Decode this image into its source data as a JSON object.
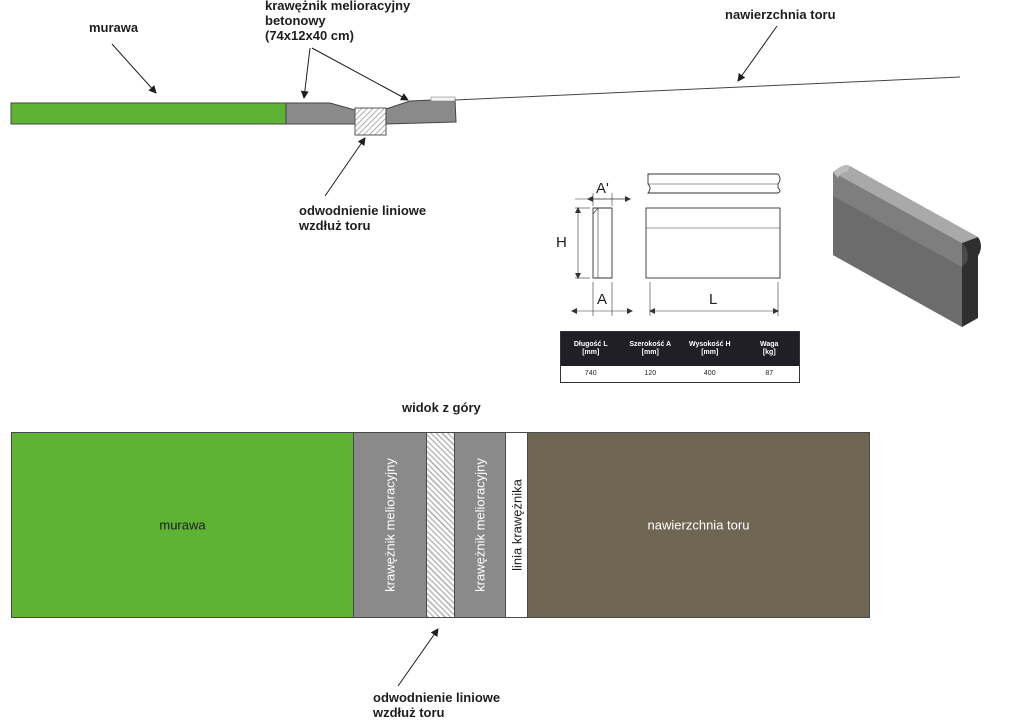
{
  "colors": {
    "turf": "#5eb335",
    "curb": "#8a8a8a",
    "track": "#6e6652",
    "drain_hatch": "#c9c9c9",
    "curb_line": "#ffffff"
  },
  "cross_section": {
    "turf_label": "murawa",
    "curb_label": "krawężnik melioracyjny\nbetonowy\n(74x12x40 cm)",
    "track_label": "nawierzchnia toru",
    "drain_label": "odwodnienie liniowe\nwzdłuż toru"
  },
  "dimensions": {
    "a_prime": "A'",
    "h": "H",
    "a": "A",
    "l": "L"
  },
  "spec_table": {
    "headers": [
      "Długość L\n[mm]",
      "Szerokość A\n[mm]",
      "Wysokość H\n[mm]",
      "Waga\n[kg]"
    ],
    "values": [
      "740",
      "120",
      "400",
      "87"
    ]
  },
  "top_view": {
    "title": "widok z góry",
    "turf": "murawa",
    "curb_left": "krawężnik melioracyjny",
    "curb_right": "krawężnik melioracyjny",
    "curb_line": "linia krawężnika",
    "track": "nawierzchnia toru",
    "drain_label": "odwodnienie liniowe\nwzdłuż toru"
  }
}
